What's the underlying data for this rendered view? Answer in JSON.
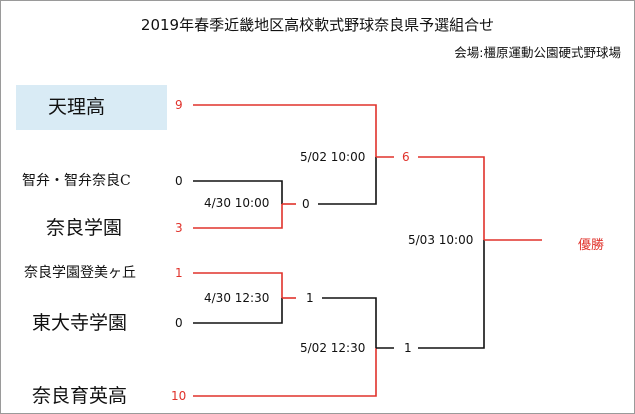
{
  "title": "2019年春季近畿地区高校軟式野球奈良県予選組合せ",
  "venue": "会場:橿原運動公園硬式野球場",
  "teams": [
    {
      "name": "天理高",
      "score": "9"
    },
    {
      "name": "智弁・智弁奈良C",
      "score": "0"
    },
    {
      "name": "奈良学園",
      "score": "3"
    },
    {
      "name": "奈良学園登美ヶ丘",
      "score": "1"
    },
    {
      "name": "東大寺学園",
      "score": "0"
    },
    {
      "name": "奈良育英高",
      "score": "10"
    }
  ],
  "matches": {
    "r1a": {
      "datetime": "4/30 10:00",
      "score": "0"
    },
    "r1b": {
      "datetime": "4/30 12:30",
      "score": "1"
    },
    "sf1": {
      "datetime": "5/02 10:00",
      "score": "6"
    },
    "sf2": {
      "datetime": "5/02 12:30",
      "score": "1"
    },
    "final": {
      "datetime": "5/03 10:00"
    }
  },
  "winner_label": "優勝",
  "colors": {
    "winner_line": "#e0322b",
    "loser_line": "#111111",
    "seed_bg": "#d9ebf5"
  }
}
